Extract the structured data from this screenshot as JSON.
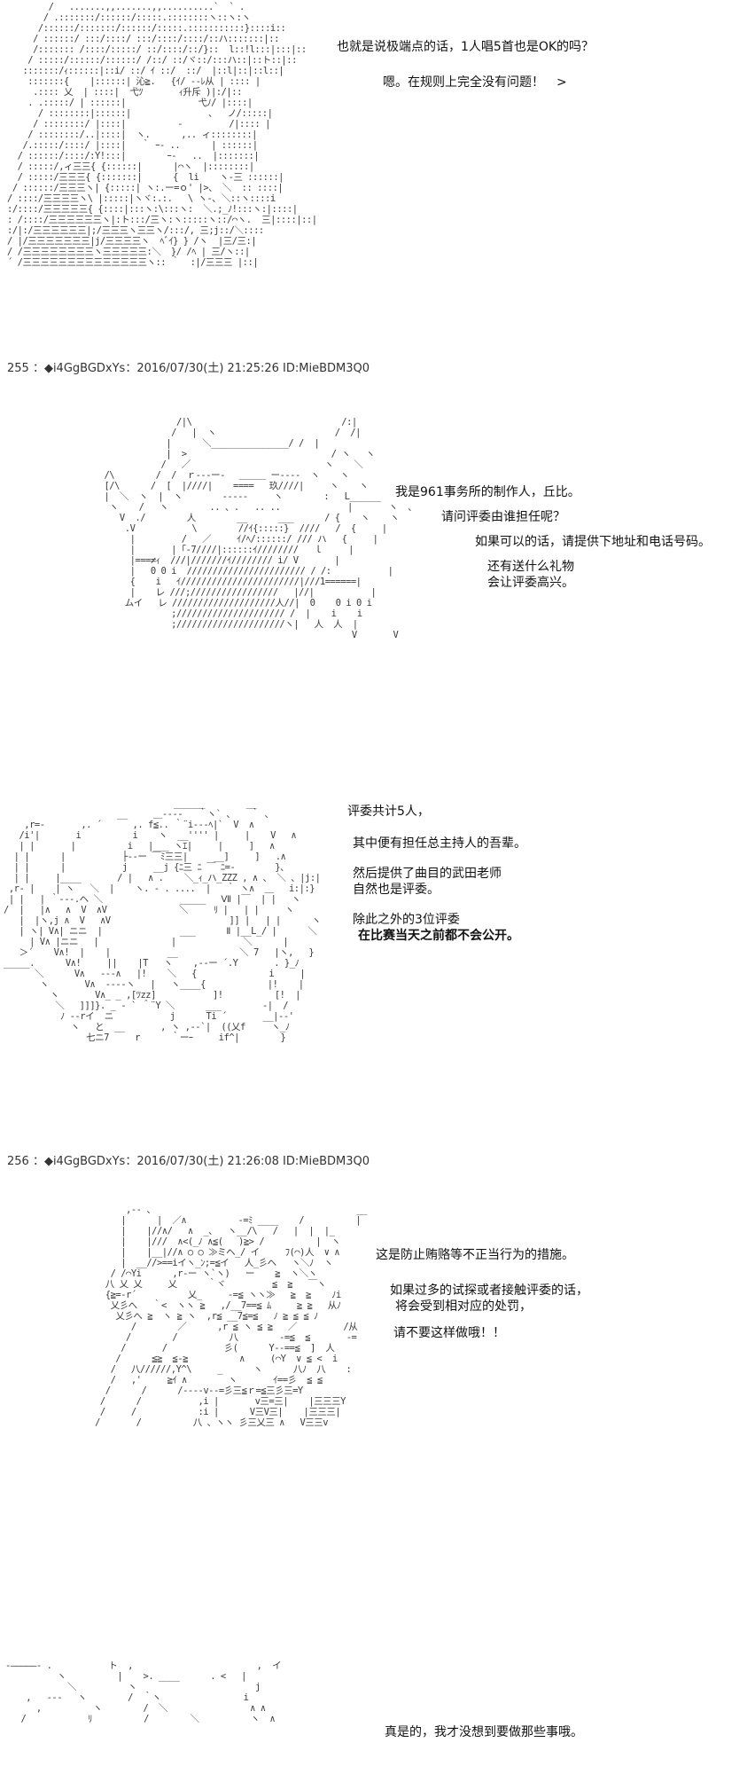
{
  "posts": [
    {
      "header": "255 ：◆i4GgBGDxYs：2016/07/30(土) 21:25:26 ID:MieBDM3Q0"
    },
    {
      "header": "256 ：◆i4GgBGDxYs：2016/07/30(土) 21:26:08 ID:MieBDM3Q0"
    }
  ],
  "panels": [
    {
      "lines": [
        "也就是说极端点的话，1人唱5首也是OK的吗？",
        "嗯。在规则上完全没有问题！　>"
      ]
    },
    {
      "lines": [
        "我是961事务所的制作人，丘比。",
        "请问评委由谁担任呢？",
        "如果可以的话，请提供下地址和电话号码。",
        "还有送什么礼物",
        "会让评委高兴。"
      ]
    },
    {
      "lines": [
        "评委共计5人，",
        "其中便有担任总主持人的吾辈。",
        "然后提供了曲目的武田老师",
        "自然也是评委。",
        "除此之外的3位评委",
        "在比赛当天之前都不会公开。"
      ]
    },
    {
      "lines": [
        "这是防止贿赂等不正当行为的措施。",
        "如果过多的试探或者接触评委的话，",
        "将会受到相对应的处罚，",
        "请不要这样做哦！！"
      ]
    },
    {
      "lines": [
        "真是的，我才没想到要做那些事哦。"
      ]
    }
  ]
}
